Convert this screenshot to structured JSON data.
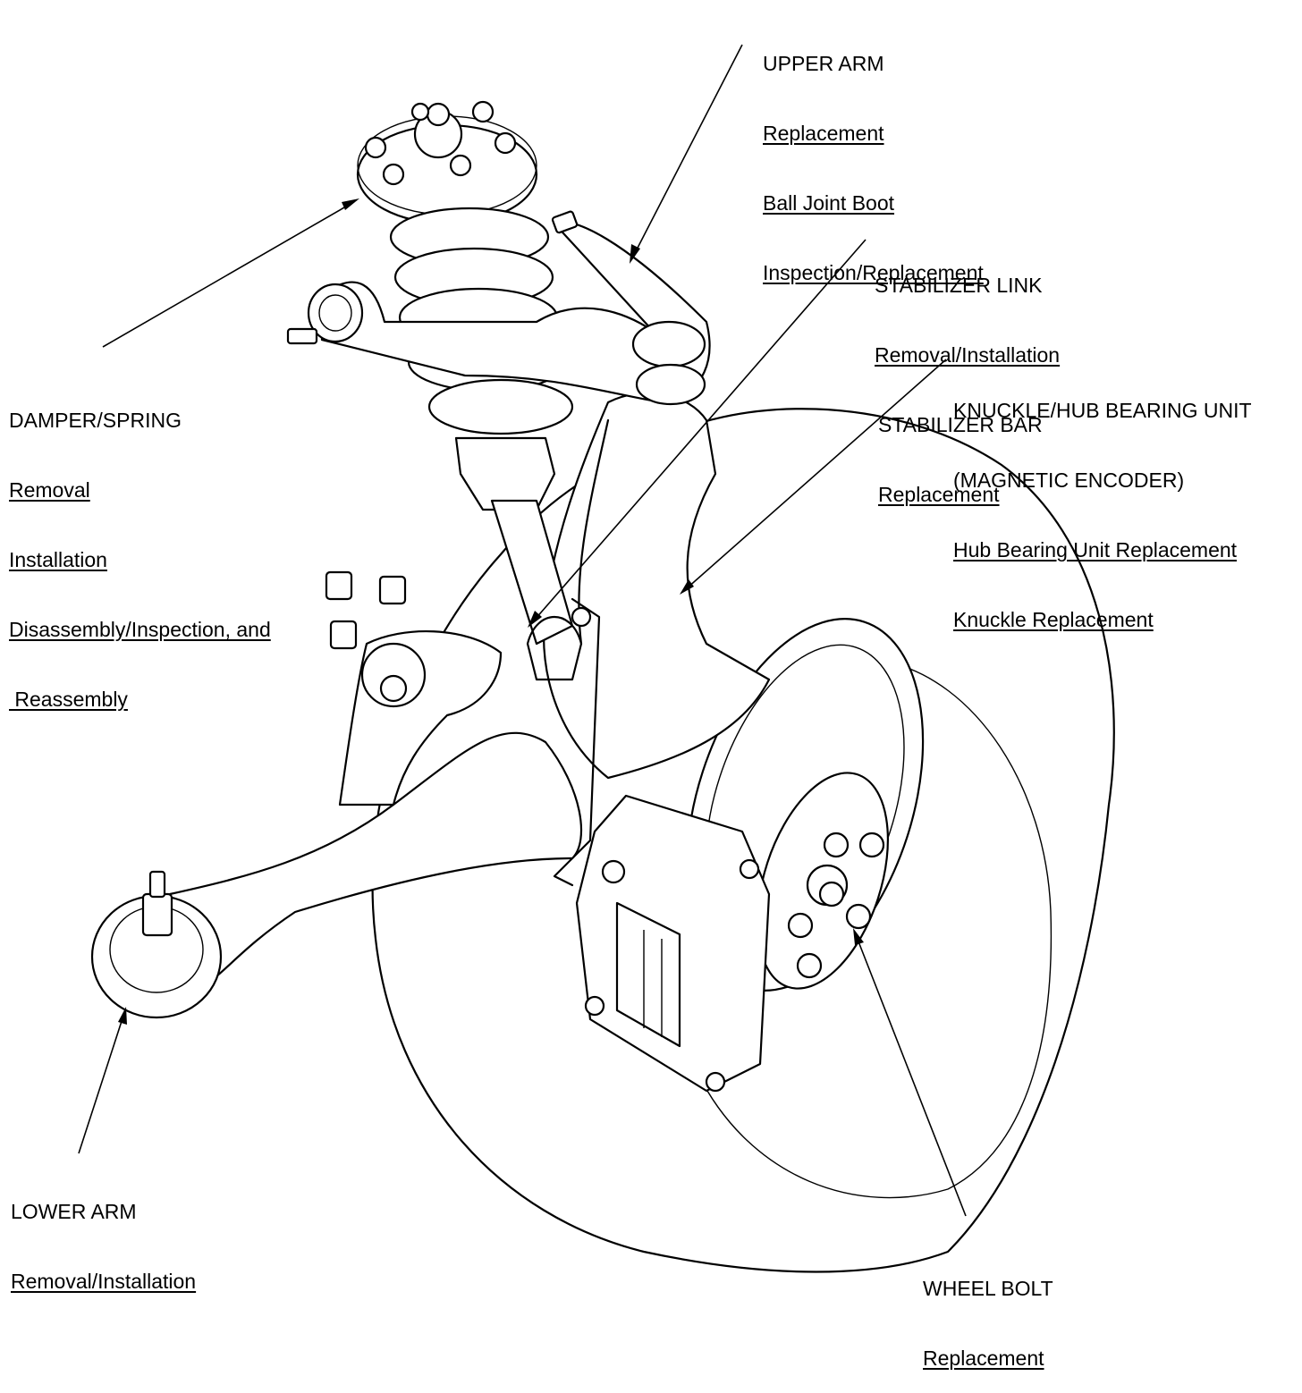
{
  "callouts": {
    "upper_arm": {
      "heading": "UPPER ARM",
      "links": [
        "Replacement",
        "Ball Joint Boot",
        "Inspection/Replacement"
      ]
    },
    "stabilizer": {
      "heading": "STABILIZER LINK",
      "links": [
        "Removal/Installation"
      ],
      "heading2": "STABILIZER BAR",
      "links2": [
        "Replacement"
      ]
    },
    "knuckle": {
      "heading": "KNUCKLE/HUB BEARING UNIT",
      "heading_sub": "(MAGNETIC ENCODER)",
      "links": [
        "Hub Bearing Unit Replacement",
        "Knuckle Replacement"
      ]
    },
    "damper": {
      "heading": "DAMPER/SPRING",
      "links": [
        "Removal",
        "Installation",
        "Disassembly/Inspection, and",
        " Reassembly"
      ]
    },
    "lower_arm": {
      "heading": "LOWER ARM",
      "links": [
        "Removal/Installation"
      ]
    },
    "wheel_bolt": {
      "heading": "WHEEL BOLT",
      "links": [
        "Replacement"
      ]
    }
  },
  "colors": {
    "ink": "#000000",
    "paper": "#ffffff"
  }
}
